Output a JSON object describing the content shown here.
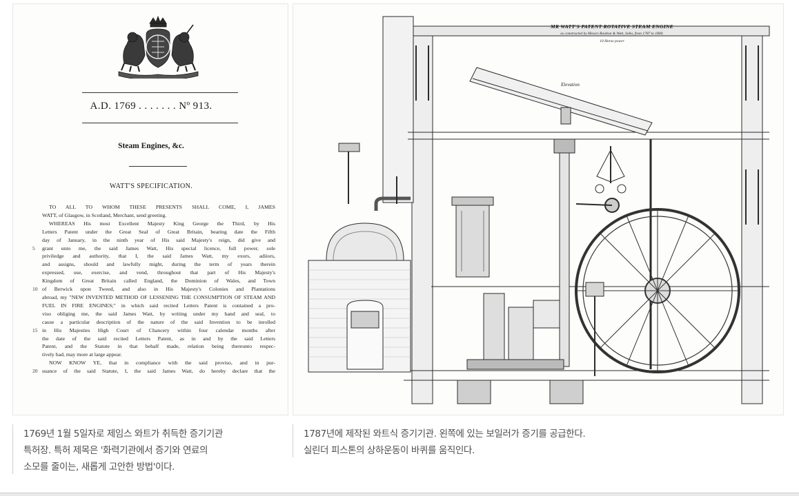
{
  "patent": {
    "number_line": "A.D. 1769 . . . . . . . Nº 913.",
    "subject": "Steam Engines, &c.",
    "heading": "WATT'S SPECIFICATION.",
    "lines": [
      "TO ALL TO WHOM THESE PRESENTS SHALL COME, I, JAMES",
      "WATT, of Glasgow, in Scotland, Merchant, send greeting.",
      "WHEREAS His most Excellent Majesty King George the Third, by His",
      "Letters Patent under the Great Seal of Great Britain, bearing date the Fifth",
      "day of January, in the ninth year of His said Majesty's reign, did give and",
      "grant unto me, the said James Watt, His special licence, full power, sole",
      "priviledge and authority, that I, the said James Watt, my exors, adiiors,",
      "and assigns, should and lawfully might, during the term of years therein",
      "expressed, use, exercise, and vend, throughout that part of His Majesty's",
      "Kingdom of Great Britain called England, the Dominion of Wales, and Town",
      "of Berwick upon Tweed, and also in His Majesty's Colonies and Plantations",
      "abroad, my \"NEW INVENTED METHOD OF LESSENING THE CONSUMPTION OF STEAM AND",
      "FUEL IN FIRE ENGINES;\" in which said recited Letters Patent is contained a pro-",
      "viso obliging me, the said James Watt, by writing under my hand and seal, to",
      "cause a particular description of the nature of the said Invention to be inrolled",
      "in His Majesties High Court of Chancery within four calendar months after",
      "the date of the said recited Letters Patent, as in and by the said Letters",
      "Patent, and the Statute in that behalf made, relation being thereunto respec-",
      "tively had, may more at large appear.",
      "NOW KNOW YE, that in compliance with the said proviso, and in pur-",
      "suance of the said Statute, I, the said James Watt, do hereby declare that the"
    ],
    "line_numbers": [
      {
        "line": 5,
        "label": "5"
      },
      {
        "line": 10,
        "label": "10"
      },
      {
        "line": 15,
        "label": "15"
      },
      {
        "line": 20,
        "label": "20"
      }
    ]
  },
  "engine": {
    "title": "MR WATT'S PATENT ROTATIVE STEAM ENGINE",
    "subtitle": "as constructed by Messrs Boulton & Watt, Soho, from 1787 to 1800.",
    "power": "10 Horse power",
    "label": "Elevation"
  },
  "captions": {
    "left": [
      "1769년 1월 5일자로 제임스 와트가 취득한 증기기관",
      "특허장. 특허 제목은 '화력기관에서 증기와 연료의",
      "소모를 줄이는, 새롭게 고안한 방법'이다."
    ],
    "right": [
      "1787년에 제작된 와트식 증기기관. 왼쪽에 있는 보일러가 증기를 공급한다.",
      "실린더 피스톤의 상하운동이 바퀴를 움직인다."
    ]
  }
}
